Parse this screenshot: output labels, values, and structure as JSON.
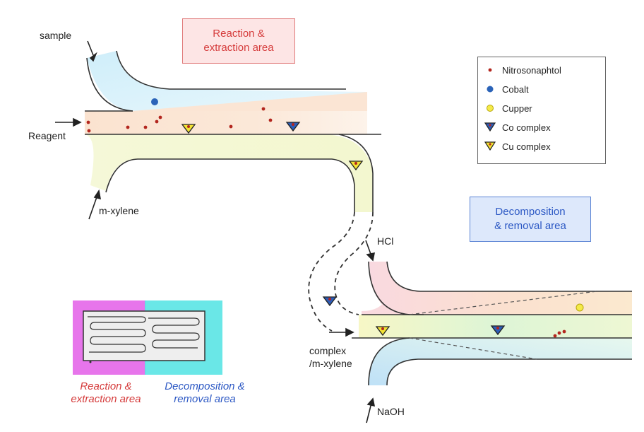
{
  "labels": {
    "sample": "sample",
    "reagent": "Reagent",
    "m_xylene": "m-xylene",
    "hcl": "HCl",
    "complex_line1": "complex",
    "complex_line2": "/m-xylene",
    "naoh": "NaOH"
  },
  "areas": {
    "reaction": "Reaction &\nextraction area",
    "decomposition": "Decomposition\n& removal area"
  },
  "legend": [
    {
      "name": "Nitrosonaphtol",
      "symbol": "dot",
      "color": "#b3261e"
    },
    {
      "name": "Cobalt",
      "symbol": "circle",
      "color": "#2b63b8"
    },
    {
      "name": "Cupper",
      "symbol": "ring",
      "color": "#e8df3a"
    },
    {
      "name": "Co complex",
      "symbol": "triangle",
      "color": "#2b5db8"
    },
    {
      "name": "Cu complex",
      "symbol": "triangle",
      "color": "#f2e233"
    }
  ],
  "chip": {
    "reaction_caption": "Reaction &\nextraction area",
    "decomposition_caption": "Decomposition &\nremoval area"
  },
  "colors": {
    "reaction_accent": "#d53b3b",
    "decomposition_accent": "#2c58c4",
    "chip_magenta": "#e35de8",
    "chip_cyan": "#50e3e3"
  }
}
